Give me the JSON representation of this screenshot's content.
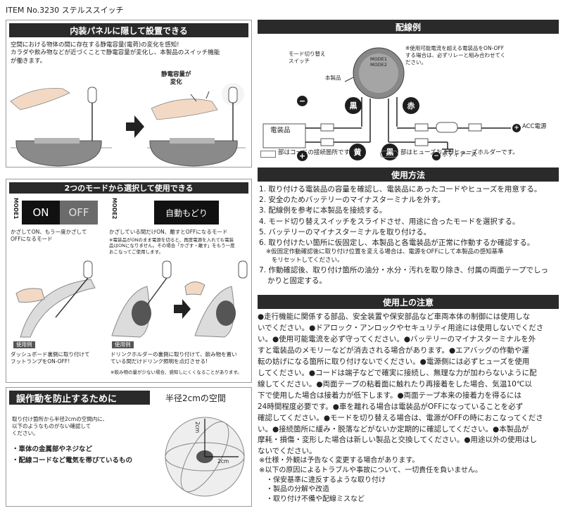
{
  "header": {
    "item": "ITEM No.3230 ステルススイッチ"
  },
  "install": {
    "title": "内装パネルに隠して設置できる",
    "desc": [
      "空間における物体の間に存在する静電容量(電荷)の変化を感知!",
      "カラダや飲み物などが近づくことで静電容量が変化し、本製品のスイッチ機能",
      "が働きます。"
    ],
    "callout": [
      "静電容量が",
      "変化"
    ]
  },
  "modes": {
    "title": "2つのモードから選択して使用できる",
    "mode1_tag": "MODE1",
    "mode2_tag": "MODE2",
    "on": "ON",
    "off": "OFF",
    "auto": "自動もどり",
    "mode1_desc": [
      "かざしてON、もう一度かざして",
      "OFFになるモード"
    ],
    "mode2_desc": "かざしている間だけON、離すとOFFになるモード",
    "mode2_note": [
      "※電装品がONのまま電源を切ると、再度電源を入れても電装",
      "品はONになりません。その場合「かざす・離す」をもう一度",
      "おこなってご使用します。"
    ],
    "usage_tag": "使用例",
    "usage1": [
      "ダッシュボード裏側に取り付けて",
      "フットランプをON-OFF!"
    ],
    "usage2": [
      "ドリンクホルダーの裏側に取り付けて、飲み物を置い",
      "ている間だけドリンク照明を点灯させる!"
    ],
    "usage2_note": "※飲み物の量が少ない場合、感知しにくくなることがあります。"
  },
  "prevent": {
    "title": "誤作動を防止するために",
    "desc": [
      "取り付け箇所から半径2cmの空間内に、",
      "以下のようなものがない確認して",
      "ください。"
    ],
    "items": [
      "・車体の金属部やネジなど",
      "・配線コードなど電気を帯びているもの"
    ],
    "radius_label": "半径2cmの空間",
    "dim1": "2cm",
    "dim2": "2cm"
  },
  "wiring": {
    "title": "配線例",
    "note": [
      "※使用可能電流を超える電装品をON-OFF",
      "する場合は、必ずリレーと組み合わせてく",
      "ださい。"
    ],
    "mode_switch": [
      "モード切り替え",
      "スイッチ"
    ],
    "product": "本製品",
    "device": "電装品",
    "mode1": "MODE1",
    "mode2": "MODE2",
    "black": "黒",
    "red": "赤",
    "yellow": "黄",
    "black2": "黒",
    "minus": "−",
    "plus": "+",
    "acc": "ACC電源",
    "body_earth": "ボディアース",
    "legend1": "部はコードの接続箇所です。",
    "legend2": "部はヒューズおよびヒューズホルダーです。"
  },
  "usage": {
    "title": "使用方法",
    "steps": [
      "1. 取り付ける電装品の容量を確認し、電装品にあったコードやヒューズを用意する。",
      "2. 安全のためバッテリーのマイナスターミナルを外す。",
      "3. 配線例を参考に本製品を接続する。",
      "4. モード切り替えスイッチをスライドさせ、用途に合ったモードを選択する。",
      "5. バッテリーのマイナスターミナルを取り付ける。",
      "6. 取り付けたい箇所に仮固定し、本製品と各電装品が正常に作動するか確認する。"
    ],
    "note6": [
      "※仮固定作動確認後に取り付け位置を変える場合は、電源をOFFにして本製品の感知基準",
      "をリセットしてください。"
    ],
    "step7": [
      "7. 作動確認後、取り付け箇所の油分・水分・汚れを取り除き、付属の両面テープでしっ",
      "かりと固定する。"
    ]
  },
  "cautions": {
    "title": "使用上の注意",
    "lines": [
      "●走行機能に関係する部品、安全装置や保安部品など車両本体の制御には使用しな",
      "いでください。●ドアロック・アンロックやセキュリティ用途には使用しないでくださ",
      "い。●使用可能電流を必ず守ってください。●バッテリーのマイナスターミナルを外",
      "すと電装品のメモリーなどが消去される場合があります。●エアバッグの作動や運",
      "転の妨げになる箇所に取り付けないでください。●電源側には必ずヒューズを使用",
      "してください。●コードは端子などで確実に接続し、無理な力が加わらないように配",
      "線してください。●両面テープの粘着面に触れたり再接着をした場合、気温10℃以",
      "下で使用した場合は接着力が低下します。●両面テープ本来の接着力を得るには",
      "24時間程度必要です。●車を離れる場合は電装品がOFFになっていることを必ず",
      "確認してください。●モードを切り替える場合は、電源がOFFの時におこなってくださ",
      "い。●接続箇所に緩み・脱落などがないか定期的に確認してください。●本製品が",
      "摩耗・損傷・変形した場合は新しい製品と交換してください。●用途以外の使用はし",
      "ないでください。"
    ],
    "notes": [
      "※仕様・外観は予告なく変更する場合があります。",
      "※以下の原因によるトラブルや事故について、一切責任を負いません。",
      "・保安基準に違反するような取り付け",
      "・製品の分解や改造",
      "・取り付け不備や配線ミスなど"
    ]
  }
}
